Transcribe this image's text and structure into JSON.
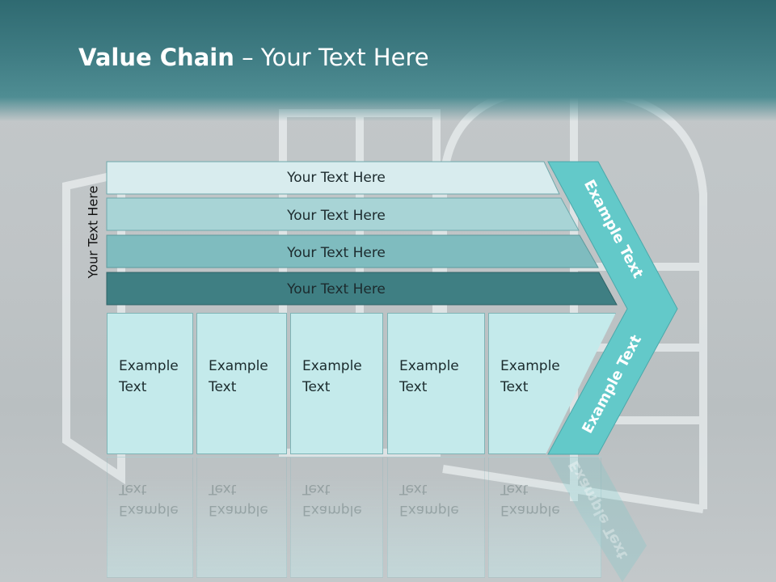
{
  "slide": {
    "title_bold": "Value Chain",
    "title_rest": " – Your Text Here",
    "side_label": "Your Text Here"
  },
  "bars": [
    {
      "label": "Your Text Here",
      "color": "#d8ecee"
    },
    {
      "label": "Your Text Here",
      "color": "#a8d4d6"
    },
    {
      "label": "Your Text Here",
      "color": "#7fbcbf"
    },
    {
      "label": "Your Text Here",
      "color": "#3f7f83"
    }
  ],
  "arrow": {
    "upper_text": "Example Text",
    "lower_text": "Example Text",
    "color": "#63c9c9"
  },
  "boxes": [
    {
      "line1": "Example",
      "line2": "Text"
    },
    {
      "line1": "Example",
      "line2": "Text"
    },
    {
      "line1": "Example",
      "line2": "Text"
    },
    {
      "line1": "Example",
      "line2": "Text"
    },
    {
      "line1": "Example",
      "line2": "Text"
    }
  ],
  "colors": {
    "box_fill": "#c4eaeb",
    "header": "#3a767d"
  }
}
